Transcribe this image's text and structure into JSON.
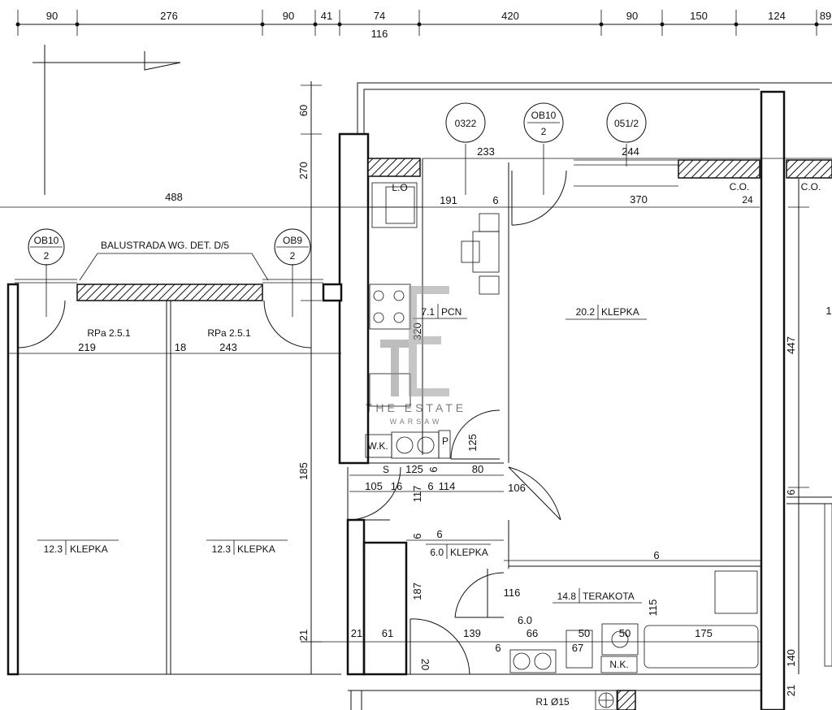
{
  "top_dimensions": {
    "row1": [
      "90",
      "276",
      "90",
      "41",
      "74",
      "420",
      "90",
      "150",
      "124",
      "89"
    ],
    "row2": "116"
  },
  "vertical_dimensions": {
    "left_column": [
      "60",
      "270",
      "185"
    ],
    "right_column": "447"
  },
  "window_tags": [
    {
      "code": "0322",
      "sub": ""
    },
    {
      "code": "OB10",
      "sub": "2"
    },
    {
      "code": "051/2",
      "sub": ""
    },
    {
      "code": "OB10",
      "sub": "2"
    },
    {
      "code": "OB9",
      "sub": "2"
    }
  ],
  "balustrade_note": "BALUSTRADA WG. DET. D/5",
  "rooms": [
    {
      "area": "7.1",
      "floor": "PCN"
    },
    {
      "area": "20.2",
      "floor": "KLEPKA"
    },
    {
      "area": "12.3",
      "floor": "KLEPKA"
    },
    {
      "area": "12.3",
      "floor": "KLEPKA"
    },
    {
      "area": "6.0",
      "floor": "KLEPKA"
    },
    {
      "area": "14.8",
      "floor": "TERAKOTA"
    }
  ],
  "balcony_labels": [
    "RPa 2.5.1",
    "RPa 2.5.1"
  ],
  "inner_dimensions": {
    "d488": "488",
    "d233": "233",
    "d244": "244",
    "d191": "191",
    "d6a": "6",
    "d370": "370",
    "co_left": "C.O.",
    "d24": "24",
    "co_right": "C.O.",
    "lo": "L.O",
    "d219": "219",
    "d18": "18",
    "d243": "243",
    "d320": "320",
    "wk": "W.K.",
    "p": "P",
    "d125v": "125",
    "s": "S",
    "d125h": "125",
    "d6b": "6",
    "d80": "80",
    "d105": "105",
    "d16": "16",
    "d117": "117",
    "d6c": "6",
    "d114": "114",
    "d106": "106",
    "d6d": "6",
    "d6e": "6",
    "d6f": "6",
    "d6g": "6",
    "d187": "187",
    "d116": "116",
    "d115": "115",
    "d6_0": "6.0",
    "d21a": "21",
    "d21b": "21",
    "d61": "61",
    "d139": "139",
    "d66": "66",
    "d50a": "50",
    "d50b": "50",
    "d175": "175",
    "d67": "67",
    "d6h": "6",
    "d20": "20",
    "nk": "N.K.",
    "d140": "140",
    "d21c": "21",
    "r1": "R1 Ø15",
    "d1": "1"
  },
  "watermark": {
    "monogram": "TE",
    "line1": "THE ESTATE",
    "line2": "WARSAW"
  }
}
